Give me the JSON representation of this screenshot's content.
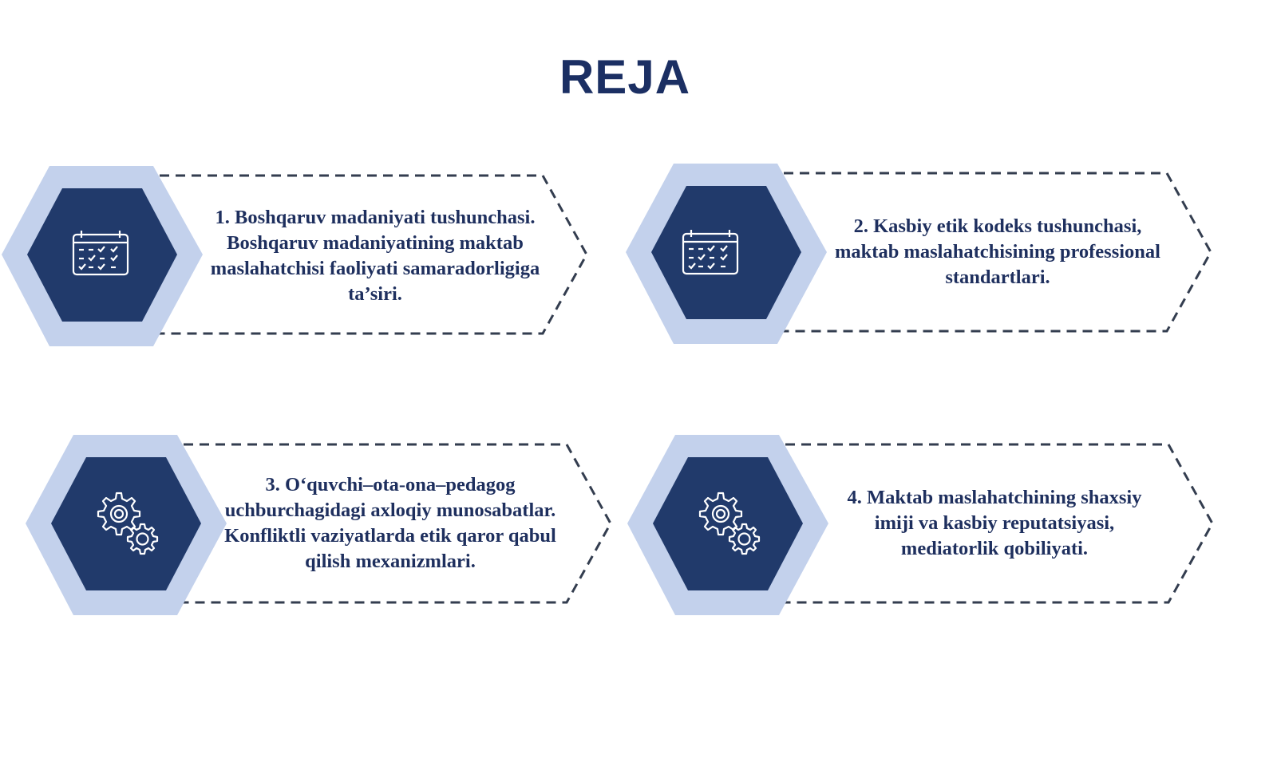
{
  "title": "REJA",
  "colors": {
    "title": "#1b2f63",
    "hex_outer": "#c3d1ec",
    "hex_inner": "#213a6b",
    "dash": "#333d4f",
    "text": "#1e2f5e"
  },
  "items": [
    {
      "text": "1. Boshqaruv madaniyati tushunchasi. Boshqaruv madaniyatining maktab maslahatchisi faoliyati samaradorligiga ta’siri.",
      "icon": "calendar-icon"
    },
    {
      "text": "2. Kasbiy etik kodeks tushunchasi, maktab maslahatchisining professional standartlari.",
      "icon": "calendar-icon"
    },
    {
      "text": "3. O‘quvchi–ota-ona–pedagog uchburchagidagi axloqiy munosabatlar. Konfliktli vaziyatlarda etik qaror qabul qilish mexanizmlari.",
      "icon": "gears-icon"
    },
    {
      "text": "4. Maktab maslahatchining shaxsiy imiji va kasbiy reputatsiyasi, mediatorlik qobiliyati.",
      "icon": "gears-icon"
    }
  ]
}
